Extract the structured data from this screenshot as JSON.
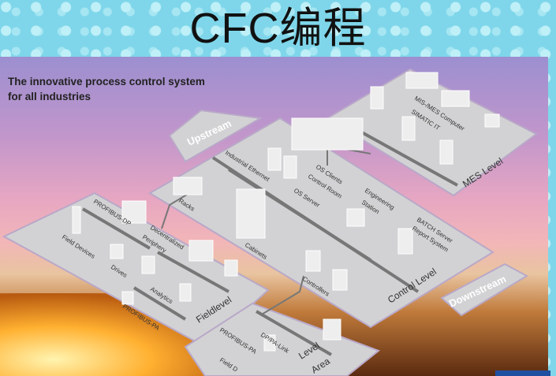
{
  "slide": {
    "title": "CFC编程"
  },
  "diagram": {
    "caption_line1": "The innovative process control system",
    "caption_line2": "for all industries",
    "arrows": {
      "upstream": "Upstream",
      "downstream": "Downstream"
    },
    "levels": {
      "mes": "MES Level",
      "control": "Control Level",
      "field": "Fieldlevel",
      "lower": "Level",
      "lower2": "Area"
    },
    "labels": {
      "mes_computer": "MIS-/MES Computer",
      "simatic_it": "SIMATIC IT",
      "industrial_ethernet": "Industrial Ethernet",
      "os_clients": "OS Clients",
      "control_room": "Control Room",
      "os_server": "OS Server",
      "engineering": "Engineering",
      "station": "Station",
      "batch_server": "BATCH Server",
      "report_system": "Report System",
      "racks": "Racks",
      "cabinets": "Cabinets",
      "controllers": "Controllers",
      "profibus_dp": "PROFIBUS-DP",
      "decentralized": "Decentralized",
      "periphery": "Periphery",
      "field_devices": "Field Devices",
      "drives": "Drives",
      "analytics": "Analytics",
      "profibus_pa": "PROFIBUS-PA",
      "profibus_pa2": "PROFIBUS-PA",
      "dp_pa_link": "DP/PA-Link",
      "field_devices2": "Field D"
    }
  }
}
